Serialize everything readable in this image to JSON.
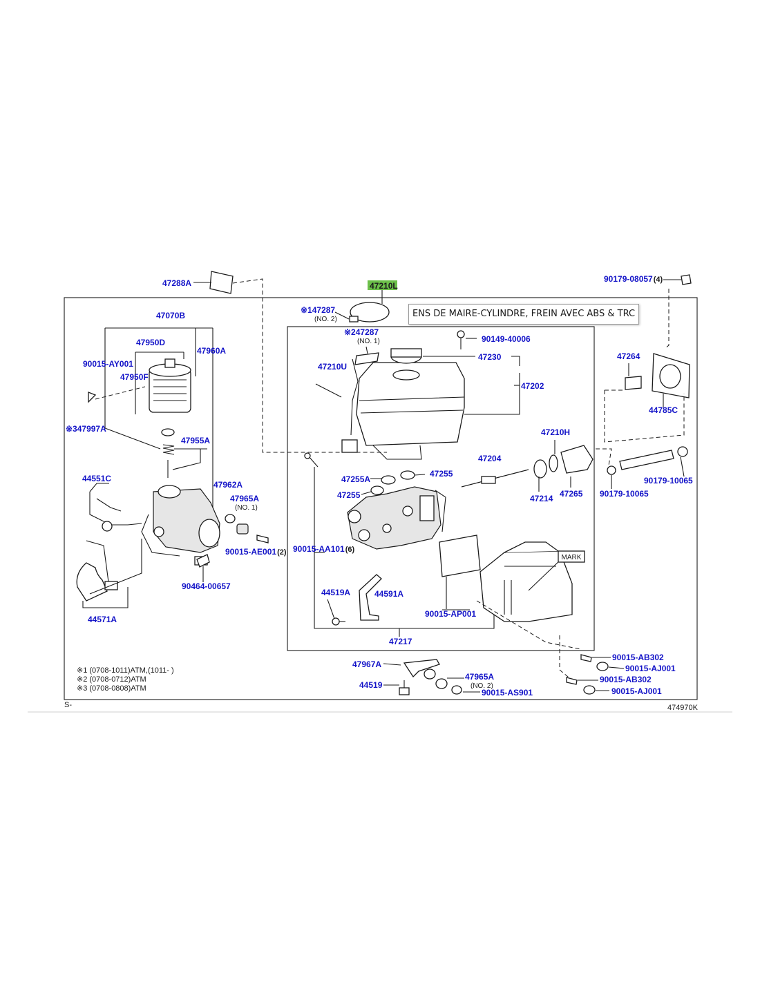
{
  "callouts": {
    "p47288A": "47288A",
    "p47210L": "47210L",
    "p90179_08057": "90179-08057",
    "p90179_08057_qty": "(4)",
    "p47287_a": "※147287",
    "p47287_a_sub": "(NO. 2)",
    "p47287_b": "※247287",
    "p47287_b_sub": "(NO. 1)",
    "p47070B": "47070B",
    "p47950D": "47950D",
    "p47960A": "47960A",
    "p90015_AY001": "90015-AY001",
    "p47950F": "47950F",
    "p47997A": "※347997A",
    "p47955A": "47955A",
    "p44551C": "44551C",
    "p47962A": "47962A",
    "p47965A_1": "47965A",
    "p47965A_1_sub": "(NO. 1)",
    "p90015_AE001": "90015-AE001",
    "p90015_AE001_qty": "(2)",
    "p90464_00657": "90464-00657",
    "p44571A": "44571A",
    "p47210U": "47210U",
    "p90149_40006": "90149-40006",
    "p47230": "47230",
    "p47202": "47202",
    "p47264": "47264",
    "p44785C": "44785C",
    "p47210H": "47210H",
    "p47204": "47204",
    "p47255A": "47255A",
    "p47255_a": "47255",
    "p47255_b": "47255",
    "p47214": "47214",
    "p47265": "47265",
    "p90179_10065_a": "90179-10065",
    "p90179_10065_b": "90179-10065",
    "p90015_AA101": "90015-AA101",
    "p90015_AA101_qty": "(6)",
    "p44519A": "44519A",
    "p44591A": "44591A",
    "p90015_AP001": "90015-AP001",
    "p47217": "47217",
    "p47967A": "47967A",
    "p44519": "44519",
    "p47965A_2": "47965A",
    "p47965A_2_sub": "(NO. 2)",
    "p90015_AS901": "90015-AS901",
    "p90015_AB302_a": "90015-AB302",
    "p90015_AJ001_a": "90015-AJ001",
    "p90015_AB302_b": "90015-AB302",
    "p90015_AJ001_b": "90015-AJ001",
    "mark": "MARK"
  },
  "notes": {
    "n1": "※1 (0708-1011)ATM,(1011-      )",
    "n2": "※2 (0708-0712)ATM",
    "n3": "※3 (0708-0808)ATM"
  },
  "footer": {
    "left": "S-",
    "right": "474970K"
  },
  "tooltip": "ENS DE MAIRE-CYLINDRE, FREIN AVEC ABS & TRC",
  "colors": {
    "part_number": "#1414c8",
    "highlight": "#6cc04a",
    "line": "#1a1a1a"
  }
}
